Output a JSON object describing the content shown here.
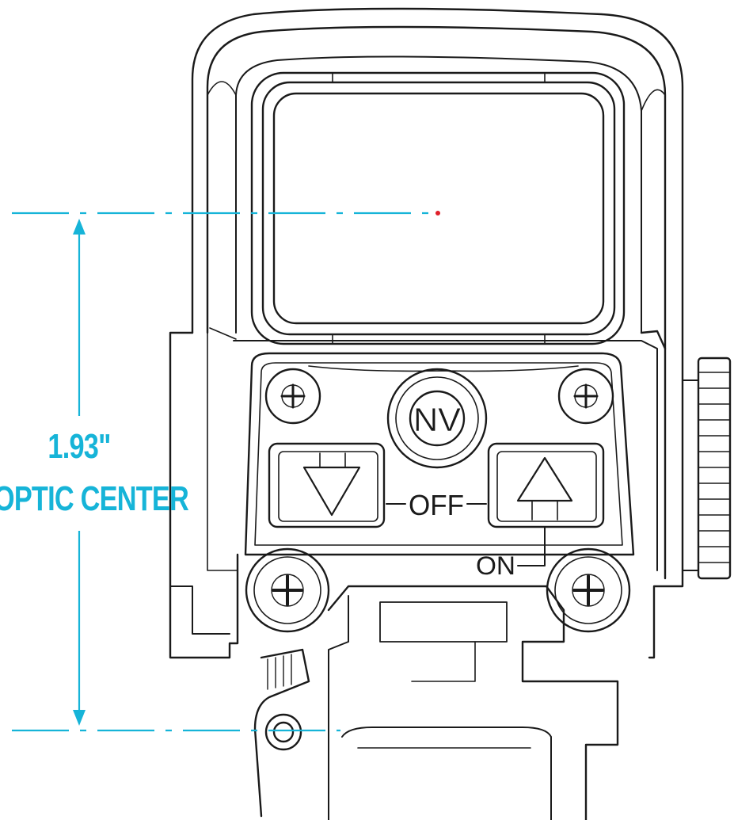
{
  "dimension": {
    "value": "1.93\"",
    "label": "OPTIC CENTER",
    "color": "#16b4d8"
  },
  "optic": {
    "button_center_label": "NV",
    "off_label": "OFF",
    "on_label": "ON",
    "line_color": "#1a1a1a",
    "reticle_color": "#e0202a"
  },
  "icons": [
    "screw-icon",
    "down-arrow-icon",
    "up-arrow-icon",
    "adjustment-knob-icon"
  ]
}
